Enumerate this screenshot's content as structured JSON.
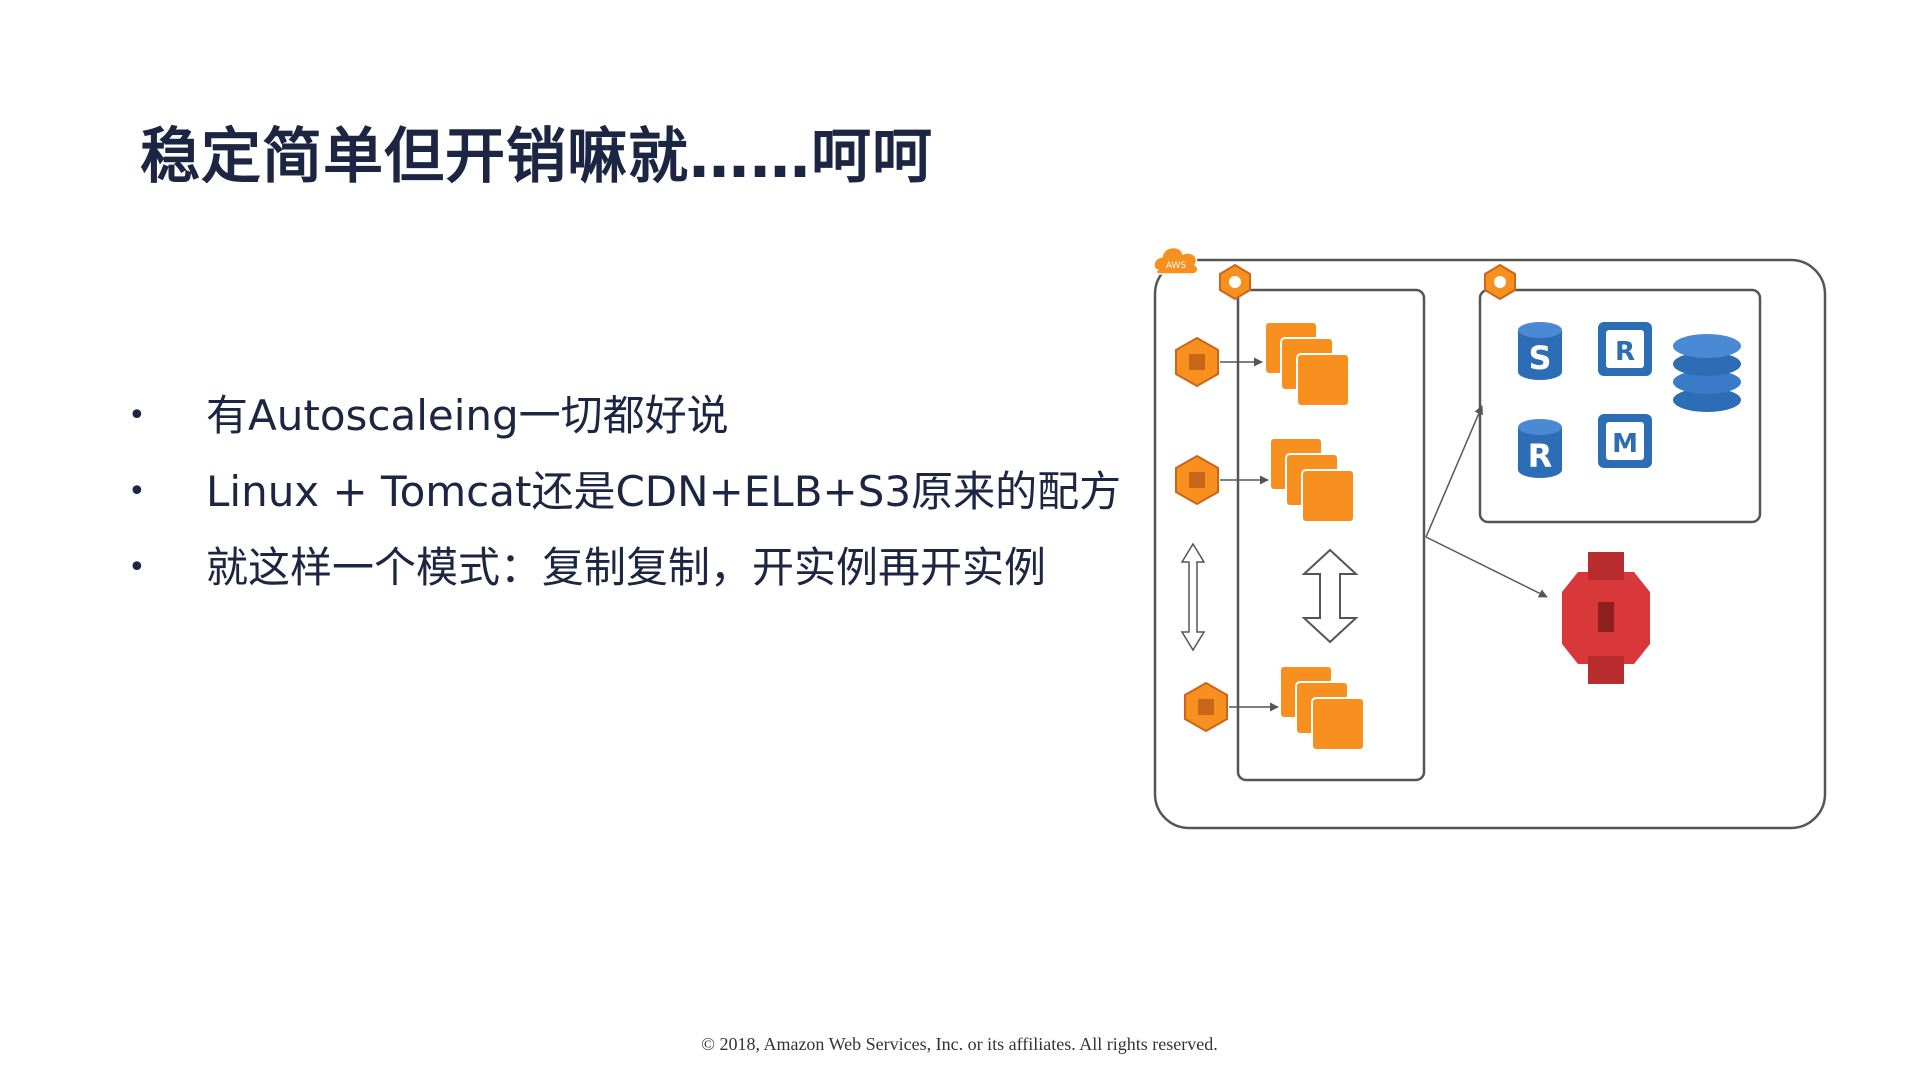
{
  "slide": {
    "title": "稳定简单但开销嘛就……呵呵",
    "bullets": [
      "有Autoscaleing一切都好说",
      "Linux + Tomcat还是CDN+ELB+S3原来的配方",
      "就这样一个模式：复制复制，开实例再开实例"
    ],
    "bullet_symbol": "•",
    "footer": "© 2018, Amazon Web Services, Inc. or its affiliates. All rights reserved."
  },
  "diagram": {
    "cloud_label": "AWS",
    "db_labels": {
      "s3_db": "S",
      "replica_db": "R",
      "chip_r": "R",
      "chip_m": "M"
    }
  },
  "colors": {
    "title": "#1c2541",
    "orange": "#f7901e",
    "orange_dark": "#c9661a",
    "db_blue": "#2c6db5",
    "s3_red": "#d9383a",
    "outline": "#555555"
  }
}
